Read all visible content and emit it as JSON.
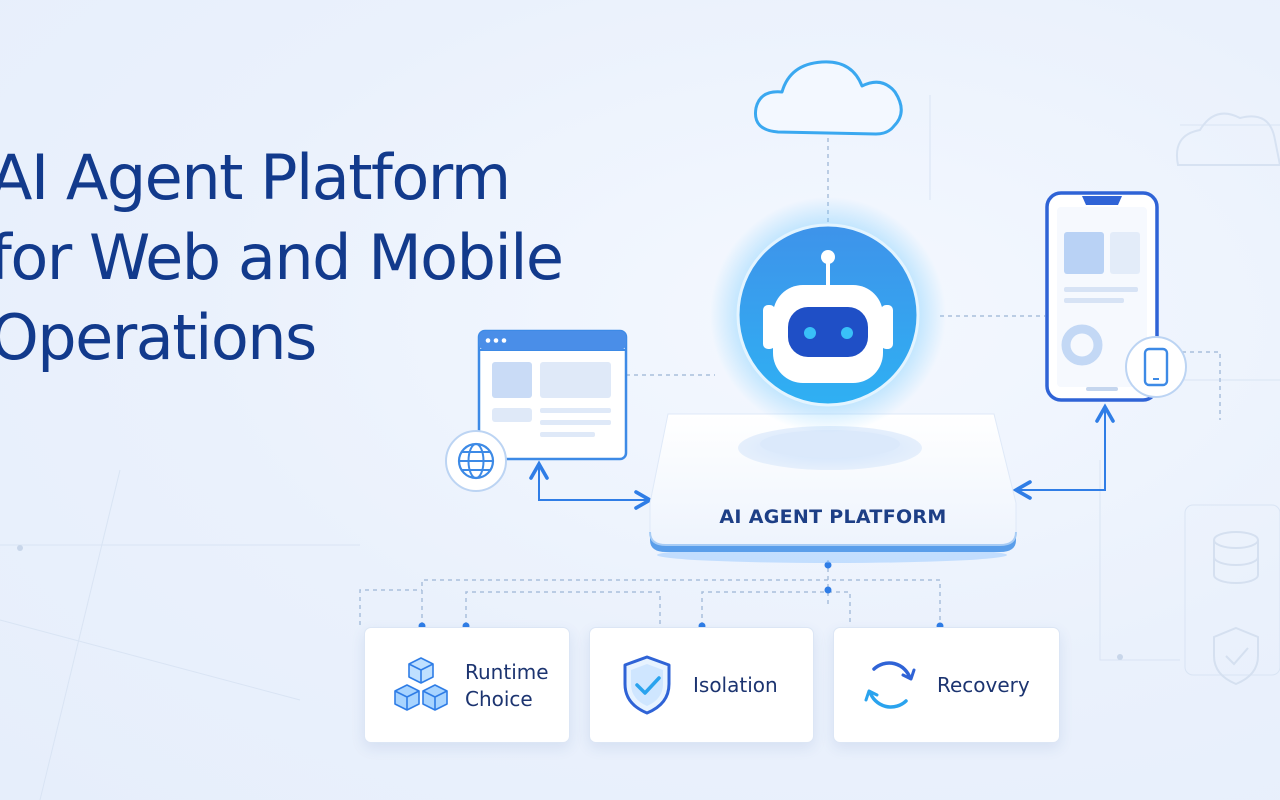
{
  "headline": {
    "line1": "AI Agent Platform",
    "line2": "for Web and Mobile",
    "line3": "Operations"
  },
  "platform": {
    "label": "AI AGENT PLATFORM",
    "icon": "robot-icon"
  },
  "nodes": {
    "cloud": "cloud-icon",
    "browser": "browser-window-icon",
    "globe": "globe-icon",
    "phone": "smartphone-icon",
    "phone_badge": "mobile-device-icon"
  },
  "features": [
    {
      "label_line1": "Runtime",
      "label_line2": "Choice",
      "icon": "cubes-icon"
    },
    {
      "label_line1": "Isolation",
      "label_line2": "",
      "icon": "shield-check-icon"
    },
    {
      "label_line1": "Recovery",
      "label_line2": "",
      "icon": "refresh-cycle-icon"
    }
  ],
  "colors": {
    "navy": "#123a8c",
    "accent": "#2f7de6",
    "cyan": "#3ab4f5",
    "background": "#eaf1fc"
  }
}
